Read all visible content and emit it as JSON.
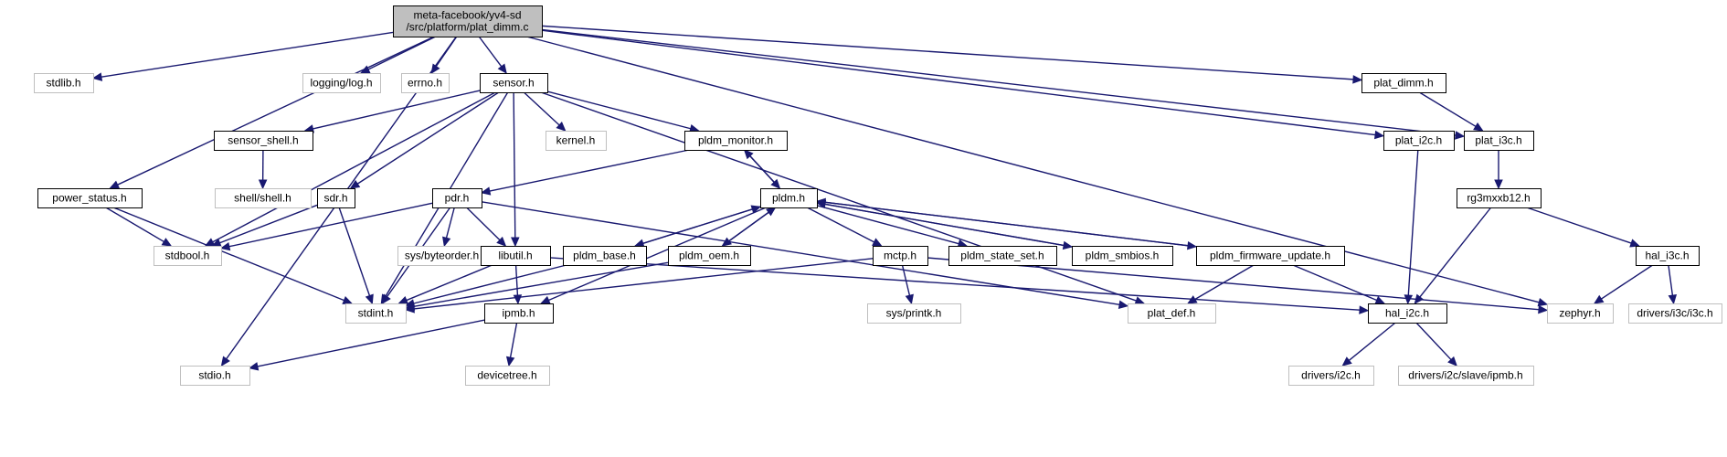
{
  "graph": {
    "root": "meta-facebook/yv4-sd/src/platform/plat_dimm.c",
    "nodes": [
      {
        "id": "root",
        "lines": [
          "meta-facebook/yv4-sd",
          "/src/platform/plat_dimm.c"
        ],
        "kind": "root"
      },
      {
        "id": "stdlib",
        "lines": [
          "stdlib.h"
        ],
        "kind": "external"
      },
      {
        "id": "logging",
        "lines": [
          "logging/log.h"
        ],
        "kind": "external"
      },
      {
        "id": "errno",
        "lines": [
          "errno.h"
        ],
        "kind": "external"
      },
      {
        "id": "sensor",
        "lines": [
          "sensor.h"
        ],
        "kind": "local"
      },
      {
        "id": "plat_dimm_h",
        "lines": [
          "plat_dimm.h"
        ],
        "kind": "local"
      },
      {
        "id": "power_status",
        "lines": [
          "power_status.h"
        ],
        "kind": "local"
      },
      {
        "id": "sensor_shell",
        "lines": [
          "sensor_shell.h"
        ],
        "kind": "local"
      },
      {
        "id": "kernel",
        "lines": [
          "kernel.h"
        ],
        "kind": "external"
      },
      {
        "id": "pldm_monitor",
        "lines": [
          "pldm_monitor.h"
        ],
        "kind": "local"
      },
      {
        "id": "plat_i2c",
        "lines": [
          "plat_i2c.h"
        ],
        "kind": "local"
      },
      {
        "id": "plat_i3c",
        "lines": [
          "plat_i3c.h"
        ],
        "kind": "local"
      },
      {
        "id": "shell",
        "lines": [
          "shell/shell.h"
        ],
        "kind": "external"
      },
      {
        "id": "sdr",
        "lines": [
          "sdr.h"
        ],
        "kind": "local"
      },
      {
        "id": "pdr",
        "lines": [
          "pdr.h"
        ],
        "kind": "local"
      },
      {
        "id": "pldm",
        "lines": [
          "pldm.h"
        ],
        "kind": "local"
      },
      {
        "id": "rg3mxxb12",
        "lines": [
          "rg3mxxb12.h"
        ],
        "kind": "local"
      },
      {
        "id": "stdbool",
        "lines": [
          "stdbool.h"
        ],
        "kind": "external"
      },
      {
        "id": "byteorder",
        "lines": [
          "sys/byteorder.h"
        ],
        "kind": "external"
      },
      {
        "id": "libutil",
        "lines": [
          "libutil.h"
        ],
        "kind": "local"
      },
      {
        "id": "pldm_base",
        "lines": [
          "pldm_base.h"
        ],
        "kind": "local"
      },
      {
        "id": "pldm_oem",
        "lines": [
          "pldm_oem.h"
        ],
        "kind": "local"
      },
      {
        "id": "mctp",
        "lines": [
          "mctp.h"
        ],
        "kind": "local"
      },
      {
        "id": "pldm_state_set",
        "lines": [
          "pldm_state_set.h"
        ],
        "kind": "local"
      },
      {
        "id": "pldm_smbios",
        "lines": [
          "pldm_smbios.h"
        ],
        "kind": "local"
      },
      {
        "id": "pldm_firmware_update",
        "lines": [
          "pldm_firmware_update.h"
        ],
        "kind": "local"
      },
      {
        "id": "hal_i3c",
        "lines": [
          "hal_i3c.h"
        ],
        "kind": "local"
      },
      {
        "id": "stdint",
        "lines": [
          "stdint.h"
        ],
        "kind": "external"
      },
      {
        "id": "ipmb",
        "lines": [
          "ipmb.h"
        ],
        "kind": "local"
      },
      {
        "id": "printk",
        "lines": [
          "sys/printk.h"
        ],
        "kind": "external"
      },
      {
        "id": "plat_def",
        "lines": [
          "plat_def.h"
        ],
        "kind": "external"
      },
      {
        "id": "hal_i2c",
        "lines": [
          "hal_i2c.h"
        ],
        "kind": "local"
      },
      {
        "id": "zephyr",
        "lines": [
          "zephyr.h"
        ],
        "kind": "external"
      },
      {
        "id": "drivers_i3c",
        "lines": [
          "drivers/i3c/i3c.h"
        ],
        "kind": "external"
      },
      {
        "id": "stdio",
        "lines": [
          "stdio.h"
        ],
        "kind": "external"
      },
      {
        "id": "devicetree",
        "lines": [
          "devicetree.h"
        ],
        "kind": "external"
      },
      {
        "id": "drivers_i2c",
        "lines": [
          "drivers/i2c.h"
        ],
        "kind": "external"
      },
      {
        "id": "drivers_ipmb",
        "lines": [
          "drivers/i2c/slave/ipmb.h"
        ],
        "kind": "external"
      }
    ],
    "edges": [
      [
        "root",
        "stdlib"
      ],
      [
        "root",
        "logging"
      ],
      [
        "root",
        "errno"
      ],
      [
        "root",
        "sensor"
      ],
      [
        "root",
        "plat_dimm_h"
      ],
      [
        "root",
        "power_status"
      ],
      [
        "root",
        "plat_i2c"
      ],
      [
        "root",
        "plat_i3c"
      ],
      [
        "root",
        "zephyr"
      ],
      [
        "root",
        "stdio"
      ],
      [
        "sensor",
        "stdbool"
      ],
      [
        "sensor",
        "sensor_shell"
      ],
      [
        "sensor",
        "kernel"
      ],
      [
        "sensor",
        "pldm_monitor"
      ],
      [
        "sensor",
        "sdr"
      ],
      [
        "sensor",
        "stdint"
      ],
      [
        "sensor",
        "libutil"
      ],
      [
        "sensor",
        "plat_def"
      ],
      [
        "plat_dimm_h",
        "plat_i3c"
      ],
      [
        "power_status",
        "stdbool"
      ],
      [
        "power_status",
        "stdint"
      ],
      [
        "sensor_shell",
        "shell"
      ],
      [
        "pldm_monitor",
        "pdr"
      ],
      [
        "pldm_monitor",
        "pldm"
      ],
      [
        "plat_i2c",
        "hal_i2c"
      ],
      [
        "plat_i3c",
        "rg3mxxb12"
      ],
      [
        "sdr",
        "stdbool"
      ],
      [
        "sdr",
        "stdint"
      ],
      [
        "pdr",
        "stdbool"
      ],
      [
        "pdr",
        "byteorder"
      ],
      [
        "pdr",
        "libutil"
      ],
      [
        "pdr",
        "stdint"
      ],
      [
        "pdr",
        "plat_def"
      ],
      [
        "pldm",
        "pldm_monitor"
      ],
      [
        "pldm",
        "pldm_base"
      ],
      [
        "pldm",
        "pldm_oem"
      ],
      [
        "pldm",
        "mctp"
      ],
      [
        "pldm",
        "pldm_state_set"
      ],
      [
        "pldm",
        "pldm_smbios"
      ],
      [
        "pldm",
        "pldm_firmware_update"
      ],
      [
        "pldm",
        "ipmb"
      ],
      [
        "pldm_base",
        "pldm"
      ],
      [
        "pldm_base",
        "stdint"
      ],
      [
        "pldm_oem",
        "pldm"
      ],
      [
        "pldm_oem",
        "stdint"
      ],
      [
        "pldm_smbios",
        "pldm"
      ],
      [
        "pldm_firmware_update",
        "pldm"
      ],
      [
        "pldm_firmware_update",
        "plat_def"
      ],
      [
        "pldm_firmware_update",
        "hal_i2c"
      ],
      [
        "rg3mxxb12",
        "hal_i2c"
      ],
      [
        "rg3mxxb12",
        "hal_i3c"
      ],
      [
        "hal_i3c",
        "zephyr"
      ],
      [
        "hal_i3c",
        "drivers_i3c"
      ],
      [
        "libutil",
        "stdint"
      ],
      [
        "libutil",
        "ipmb"
      ],
      [
        "libutil",
        "hal_i2c"
      ],
      [
        "mctp",
        "stdint"
      ],
      [
        "mctp",
        "printk"
      ],
      [
        "mctp",
        "zephyr"
      ],
      [
        "ipmb",
        "stdio"
      ],
      [
        "ipmb",
        "devicetree"
      ],
      [
        "hal_i2c",
        "drivers_i2c"
      ],
      [
        "hal_i2c",
        "drivers_ipmb"
      ]
    ]
  }
}
